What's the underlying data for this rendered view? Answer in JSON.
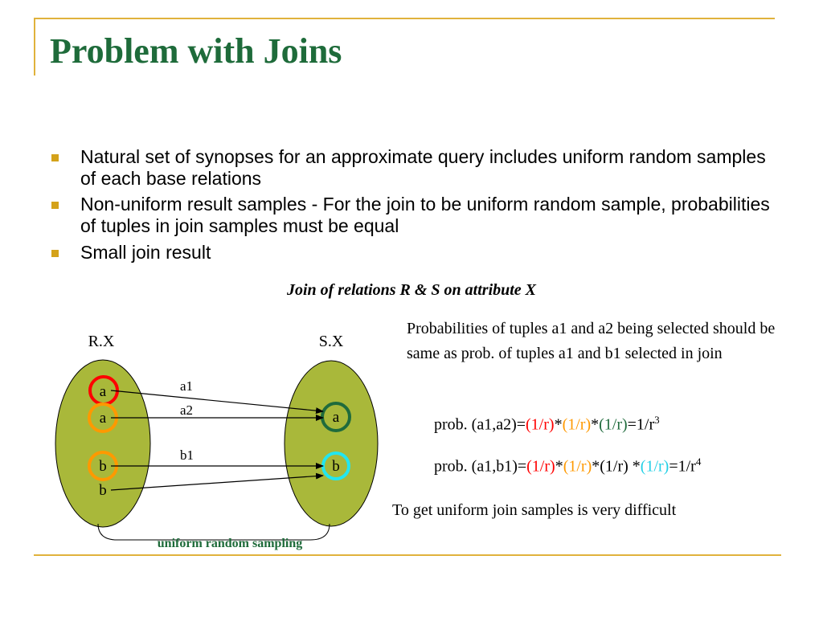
{
  "slide": {
    "title": "Problem with Joins",
    "bullets": [
      "Natural set of synopses for an approximate query includes uniform random samples of each base relations",
      "Non-uniform result samples - For the join to be uniform random sample, probabilities of tuples in join samples must be equal",
      "Small join result"
    ],
    "caption": "Join of relations R & S on attribute X"
  },
  "diagram": {
    "left_label": "R.X",
    "right_label": "S.X",
    "left_values": [
      "a",
      "a",
      "b",
      "b"
    ],
    "right_values": [
      "a",
      "b"
    ],
    "edge_labels": [
      "a1",
      "a2",
      "b1"
    ],
    "brace_label": "uniform random sampling",
    "colors": {
      "ellipse_fill": "#a9b83a",
      "red": "#ff0000",
      "orange": "#ff9900",
      "dark_green": "#1f6b3c",
      "cyan": "#22e6f0",
      "title_green": "#1e6b3a",
      "rule_gold": "#e0b23c"
    }
  },
  "note": {
    "text": "Probabilities of tuples a1 and a2 being selected should be same as prob. of  tuples a1 and b1 selected in join"
  },
  "formula1": {
    "prefix": "prob. (a1,a2)=",
    "t1": "(1/r)",
    "s1": "*",
    "t2": "(1/r)",
    "s2": "*",
    "t3": "(1/r)",
    "result": "=1/r",
    "exp": "3"
  },
  "formula2": {
    "prefix": "prob. (a1,b1)=",
    "t1": "(1/r)",
    "s1": "*",
    "t2": "(1/r)",
    "s2": "*",
    "t3": "(1/r) *",
    "t4": "(1/r)",
    "result": "=1/r",
    "exp": "4"
  },
  "conclusion": "To get uniform join samples is very difficult"
}
